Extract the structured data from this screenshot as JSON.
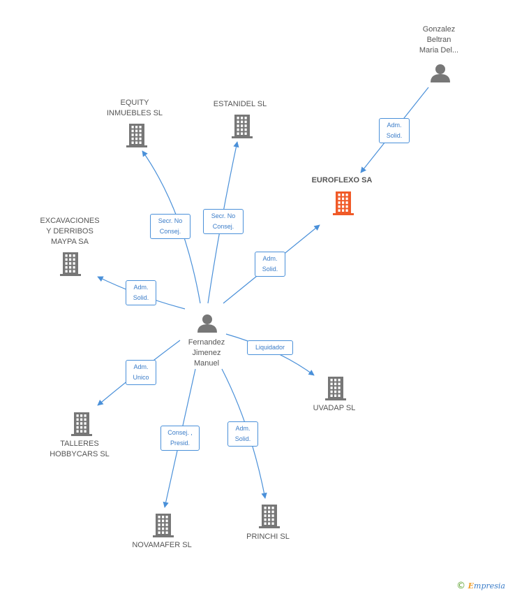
{
  "colors": {
    "edge": "#4a90d9",
    "node_default": "#777777",
    "node_highlight": "#f05a28",
    "label_text": "#555555"
  },
  "nodes": [
    {
      "id": "gonzalez",
      "type": "person",
      "label": "Gonzalez\nBeltran\nMaria Del...",
      "highlight": false
    },
    {
      "id": "equity",
      "type": "company",
      "label": "EQUITY\nINMUEBLES SL",
      "highlight": false
    },
    {
      "id": "estanidel",
      "type": "company",
      "label": "ESTANIDEL SL",
      "highlight": false
    },
    {
      "id": "euroflexo",
      "type": "company",
      "label": "EUROFLEXO SA",
      "highlight": true
    },
    {
      "id": "excavaciones",
      "type": "company",
      "label": "EXCAVACIONES\nY DERRIBOS\nMAYPA SA",
      "highlight": false
    },
    {
      "id": "fernandez",
      "type": "person",
      "label": "Fernandez\nJimenez\nManuel",
      "highlight": false
    },
    {
      "id": "uvadap",
      "type": "company",
      "label": "UVADAP SL",
      "highlight": false
    },
    {
      "id": "talleres",
      "type": "company",
      "label": "TALLERES\nHOBBYCARS SL",
      "highlight": false
    },
    {
      "id": "novamafer",
      "type": "company",
      "label": "NOVAMAFER SL",
      "highlight": false
    },
    {
      "id": "princhi",
      "type": "company",
      "label": "PRINCHI SL",
      "highlight": false
    }
  ],
  "edges": [
    {
      "from": "gonzalez",
      "to": "euroflexo",
      "label": "Adm.\nSolid."
    },
    {
      "from": "fernandez",
      "to": "equity",
      "label": "Secr.  No\nConsej."
    },
    {
      "from": "fernandez",
      "to": "estanidel",
      "label": "Secr.  No\nConsej."
    },
    {
      "from": "fernandez",
      "to": "euroflexo",
      "label": "Adm.\nSolid."
    },
    {
      "from": "fernandez",
      "to": "excavaciones",
      "label": "Adm.\nSolid."
    },
    {
      "from": "fernandez",
      "to": "uvadap",
      "label": "Liquidador"
    },
    {
      "from": "fernandez",
      "to": "talleres",
      "label": "Adm.\nUnico"
    },
    {
      "from": "fernandez",
      "to": "novamafer",
      "label": "Consej. ,\nPresid."
    },
    {
      "from": "fernandez",
      "to": "princhi",
      "label": "Adm.\nSolid."
    }
  ],
  "brand": {
    "copyright": "©",
    "text": "mpresia",
    "initial": "E"
  }
}
